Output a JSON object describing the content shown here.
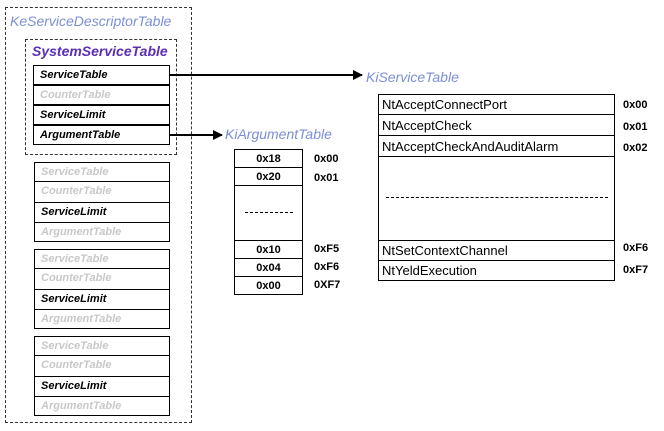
{
  "ke_table": {
    "title": "KeServiceDescriptorTable"
  },
  "system_table": {
    "title": "SystemServiceTable",
    "fields": [
      "ServiceTable",
      "CounterTable",
      "ServiceLimit",
      "ArgumentTable"
    ]
  },
  "shadow_tables": [
    {
      "fields": [
        "ServiceTable",
        "CounterTable",
        "ServiceLimit",
        "ArgumentTable"
      ]
    },
    {
      "fields": [
        "ServiceTable",
        "CounterTable",
        "ServiceLimit",
        "ArgumentTable"
      ]
    },
    {
      "fields": [
        "ServiceTable",
        "CounterTable",
        "ServiceLimit",
        "ArgumentTable"
      ]
    }
  ],
  "ki_service_table": {
    "title": "KiServiceTable",
    "top_entries": [
      {
        "name": "NtAcceptConnectPort",
        "index": "0x00"
      },
      {
        "name": "NtAcceptCheck",
        "index": "0x01"
      },
      {
        "name": "NtAcceptCheckAndAuditAlarm",
        "index": "0x02"
      }
    ],
    "bottom_entries": [
      {
        "name": "NtSetContextChannel",
        "index": "0xF6"
      },
      {
        "name": "NtYeldExecution",
        "index": "0xF7"
      }
    ]
  },
  "ki_argument_table": {
    "title": "KiArgumentTable",
    "top_entries": [
      {
        "value": "0x18",
        "index": "0x00"
      },
      {
        "value": "0x20",
        "index": "0x01"
      }
    ],
    "bottom_entries": [
      {
        "value": "0x10",
        "index": "0xF5"
      },
      {
        "value": "0x04",
        "index": "0xF6"
      },
      {
        "value": "0x00",
        "index": "0XF7"
      }
    ]
  }
}
